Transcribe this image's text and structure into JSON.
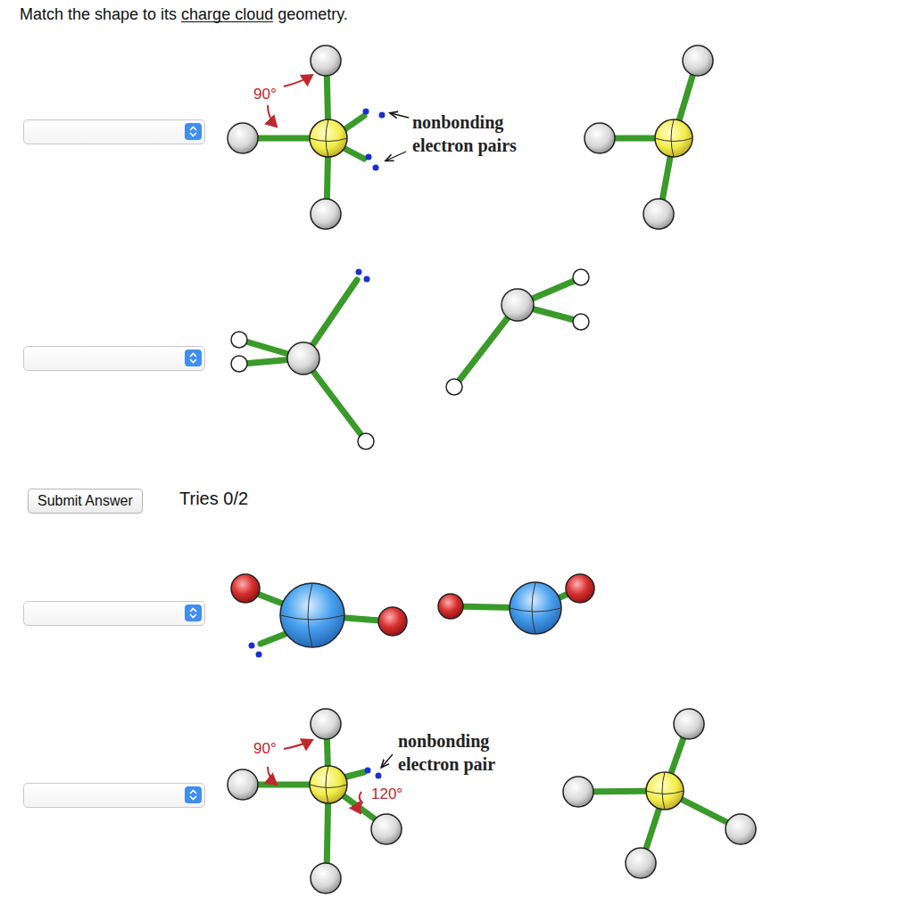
{
  "diagram": {
    "title": "Match the shape to its charge cloud geometry.",
    "nodes": [
      {
        "text": [
          "Submit Answer"
        ]
      }
    ],
    "labels": [
      "Tries 0/2",
      "90°",
      "nonbonding electron pairs",
      "90°",
      "nonbonding electron pair",
      "120°"
    ]
  }
}
